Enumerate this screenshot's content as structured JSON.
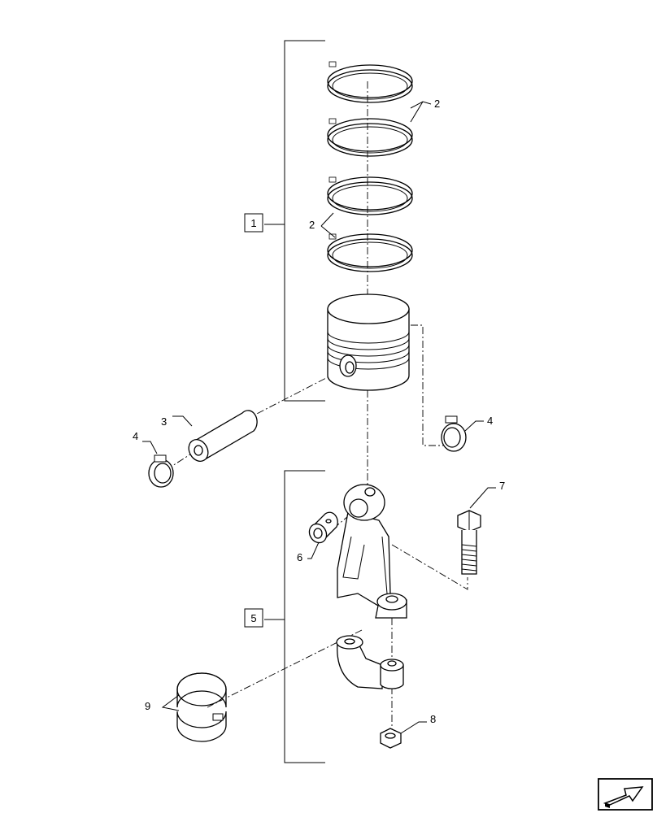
{
  "callouts": {
    "group_1": "1",
    "group_5": "5",
    "ring_upper": "2",
    "ring_lower": "2",
    "pin": "3",
    "clip_left": "4",
    "clip_right": "4",
    "bushing": "6",
    "bolt": "7",
    "nut": "8",
    "bearing": "9"
  },
  "nav": {
    "icon": "next-page-arrow-icon"
  },
  "colors": {
    "line": "#000000",
    "background": "#ffffff"
  }
}
